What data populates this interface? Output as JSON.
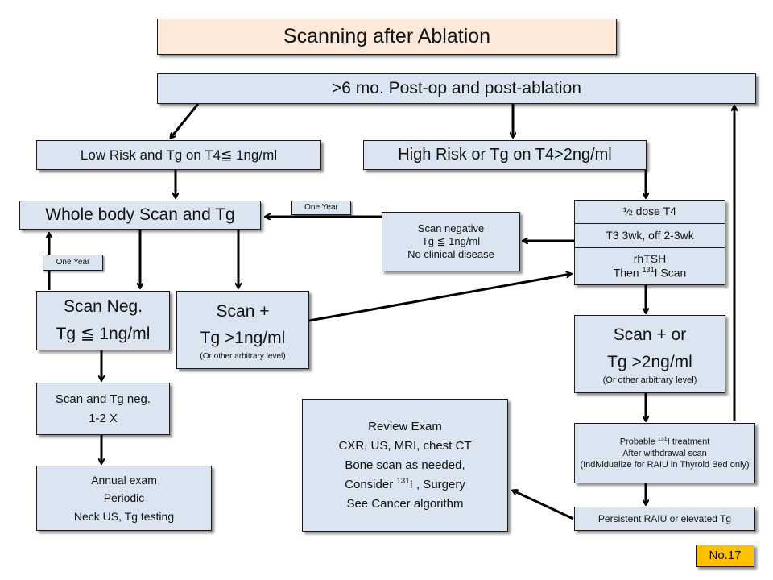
{
  "title": "Scanning after Ablation",
  "start": ">6 mo. Post-op and post-ablation",
  "low_risk": "Low Risk and Tg on T4≦ 1ng/ml",
  "high_risk": "High Risk or Tg on T4>2ng/ml",
  "whole_body": "Whole body Scan and Tg",
  "one_year_top": "One Year",
  "one_year_left": "One Year",
  "scan_negative_box": {
    "line1": "Scan negative",
    "line2": "Tg ≦ 1ng/ml",
    "line3": "No clinical disease"
  },
  "prep_box": {
    "seg1": "½ dose T4",
    "seg2": "T3 3wk, off 2-3wk",
    "seg3_line1": "rhTSH",
    "seg3_line2_pre": "Then ",
    "seg3_sup": "131",
    "seg3_line2_post": "I Scan"
  },
  "scan_neg": {
    "line1": "Scan Neg.",
    "line2": "Tg ≦ 1ng/ml"
  },
  "scan_pos": {
    "line1": "Scan +",
    "line2": "Tg >1ng/ml",
    "note": "(Or other arbitrary level)"
  },
  "scan_pos_or": {
    "line1": "Scan + or",
    "line2": "Tg >2ng/ml",
    "note": "(Or other arbitrary level)"
  },
  "scan_tg_neg": {
    "line1": "Scan and Tg neg.",
    "line2": "1-2 X"
  },
  "annual": {
    "line1": "Annual exam",
    "line2": "Periodic",
    "line3": "Neck US, Tg testing"
  },
  "review": {
    "line1": "Review Exam",
    "line2": "CXR, US, MRI, chest CT",
    "line3": "Bone scan as needed,",
    "line4_pre": "Consider ",
    "line4_sup": "131",
    "line4_post": "I , Surgery",
    "line5": "See Cancer algorithm"
  },
  "probable": {
    "line1_pre": "Probable ",
    "line1_sup": "131",
    "line1_post": "I treatment",
    "line2": "After withdrawal scan",
    "line3": "(Individualize for RAIU in Thyroid Bed only)"
  },
  "persistent": "Persistent RAIU or elevated Tg",
  "slide_number": "No.17"
}
